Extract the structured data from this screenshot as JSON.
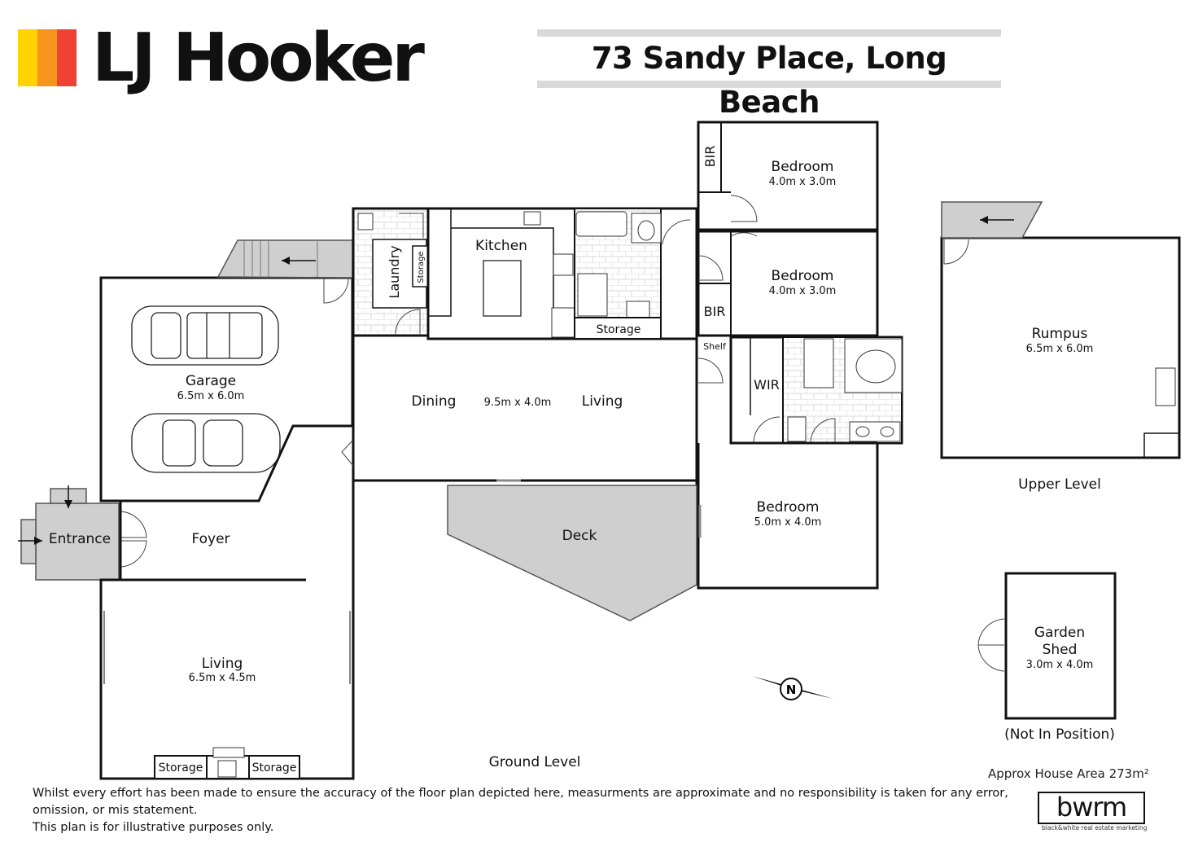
{
  "brand": {
    "name": "LJ Hooker",
    "stripe_colors": [
      "#ffd200",
      "#f7941d",
      "#ef4136"
    ]
  },
  "address": "73 Sandy Place, Long Beach",
  "levels": {
    "ground": "Ground Level",
    "upper": "Upper Level"
  },
  "rooms": {
    "bedroom1": {
      "name": "Bedroom",
      "dims": "4.0m x 3.0m"
    },
    "bedroom2": {
      "name": "Bedroom",
      "dims": "4.0m x 3.0m"
    },
    "bedroom3": {
      "name": "Bedroom",
      "dims": "5.0m x 4.0m"
    },
    "bir1": "BIR",
    "bir2": "BIR",
    "shelf": "Shelf",
    "wir": "WIR",
    "kitchen": "Kitchen",
    "laundry": "Laundry",
    "laundry_storage": "Storage",
    "kitchen_storage": "Storage",
    "dining": "Dining",
    "living_main": "Living",
    "living_dims": "9.5m x 4.0m",
    "garage": {
      "name": "Garage",
      "dims": "6.5m x 6.0m"
    },
    "entrance": "Entrance",
    "foyer": "Foyer",
    "deck": "Deck",
    "living_lower": {
      "name": "Living",
      "dims": "6.5m x 4.5m"
    },
    "storage_left": "Storage",
    "storage_right": "Storage",
    "rumpus": {
      "name": "Rumpus",
      "dims": "6.5m x 6.0m"
    },
    "garden_shed": {
      "name1": "Garden",
      "name2": "Shed",
      "dims": "3.0m x 4.0m",
      "note": "(Not In Position)"
    }
  },
  "compass_label": "N",
  "approx_area": "Approx House Area 273m²",
  "disclaimer_line1": "Whilst every effort has been made to ensure the accuracy of the floor plan depicted here, measurments are approximate and no responsibility is taken for any error, omission, or mis statement.",
  "disclaimer_line2": "This plan is for illustrative purposes only.",
  "marketing": {
    "logo": "bwrm",
    "tagline": "black&white real estate marketing"
  },
  "colors": {
    "wall": "#111111",
    "deck_fill": "#cfcfcf",
    "entrance_fill": "#cfcfcf",
    "tile": "#d8d8d8",
    "address_band": "#d9d9d9"
  }
}
